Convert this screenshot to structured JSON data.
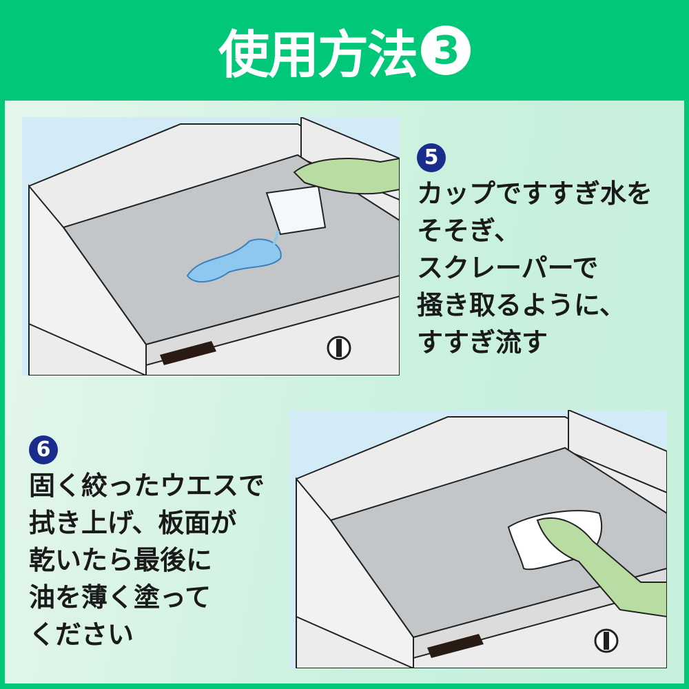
{
  "header": {
    "title": "使用方法",
    "title_number": "3"
  },
  "steps": [
    {
      "number": "5",
      "lines": [
        "カップですすぎ水を",
        "そそぎ、",
        "スクレーパーで",
        "掻き取るように、",
        "すすぎ流す"
      ]
    },
    {
      "number": "6",
      "lines": [
        "固く絞ったウエスで",
        "拭き上げ、板面が",
        "乾いたら最後に",
        "油を薄く塗って",
        "ください"
      ]
    }
  ],
  "colors": {
    "brand": "#00c878",
    "badge": "#1a2d8c",
    "sky": "#d3ebf6",
    "griddle": "#c3c6c8"
  }
}
